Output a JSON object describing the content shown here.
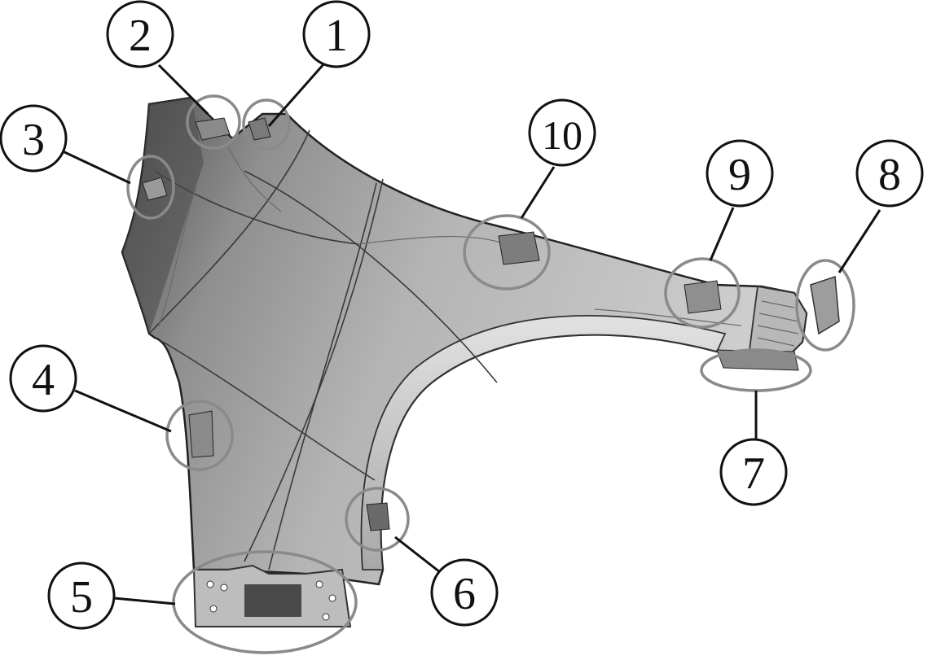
{
  "callouts": [
    {
      "id": "1",
      "label": "1"
    },
    {
      "id": "2",
      "label": "2"
    },
    {
      "id": "3",
      "label": "3"
    },
    {
      "id": "4",
      "label": "4"
    },
    {
      "id": "5",
      "label": "5"
    },
    {
      "id": "6",
      "label": "6"
    },
    {
      "id": "7",
      "label": "7"
    },
    {
      "id": "8",
      "label": "8"
    },
    {
      "id": "9",
      "label": "9"
    },
    {
      "id": "10",
      "label": "10"
    }
  ],
  "colors": {
    "panel_light": "#c9c9c9",
    "panel_mid": "#a9a9a9",
    "panel_dark": "#5a5a5a",
    "outline": "#222222",
    "highlight_ring": "#8a8a8a"
  }
}
